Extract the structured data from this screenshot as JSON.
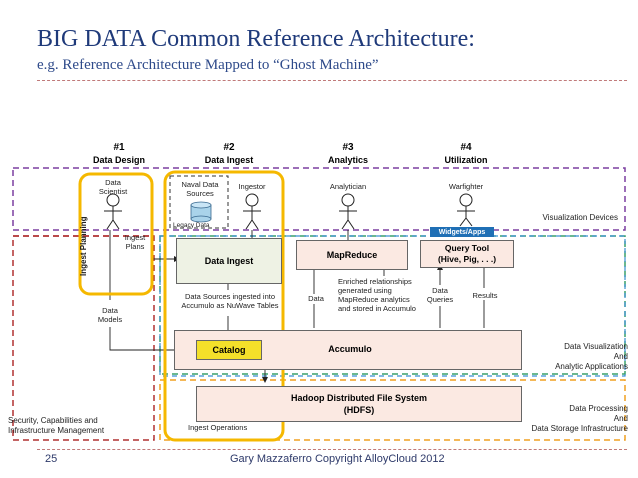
{
  "header": {
    "title": "BIG DATA Common Reference Architecture:",
    "subtitle": "e.g. Reference Architecture Mapped to “Ghost Machine”"
  },
  "phases": [
    {
      "num": "#1",
      "name": "Data Design"
    },
    {
      "num": "#2",
      "name": "Data Ingest"
    },
    {
      "num": "#3",
      "name": "Analytics"
    },
    {
      "num": "#4",
      "name": "Utilization"
    }
  ],
  "actors": {
    "data_scientist": "Data\nScientist",
    "naval_data_sources": "Naval Data\nSources",
    "ingestor": "Ingestor",
    "analytician": "Analytician",
    "warfighter": "Warfighter"
  },
  "labels": {
    "legacy_data": "Legacy Data",
    "ingest_planning": "Ingest Planning",
    "ingest_plans": "Ingest\nPlans",
    "data_models": "Data\nModels",
    "widgets_apps": "Widgets/Apps",
    "data_sources_ingested": "Data Sources ingested into\nAccumulo as NuWave Tables",
    "data": "Data",
    "enriched": "Enriched relationships\ngenerated using\nMapReduce analytics\nand stored in Accumulo",
    "data_queries": "Data\nQueries",
    "results": "Results",
    "ingest_operations": "Ingest Operations"
  },
  "boxes": {
    "data_ingest": "Data Ingest",
    "mapreduce": "MapReduce",
    "query_tool": "Query Tool\n(Hive, Pig, . . .)",
    "catalog": "Catalog",
    "accumulo": "Accumulo",
    "hadoop": "Hadoop Distributed File System\n(HDFS)"
  },
  "layers": {
    "visualization_devices": "Visualization Devices",
    "data_visualization": "Data Visualization\nAnd\nAnalytic Applications",
    "data_processing": "Data Processing\nAnd\nData Storage Infrastructure",
    "security": "Security, Capabilities and\nInfrastructure Management"
  },
  "footer": {
    "page_number": "25",
    "copyright": "Gary Mazzaferro Copyright AlloyCloud 2012"
  },
  "colors": {
    "title": "#1f3a7a",
    "purple_layer": "#7b3fa0",
    "green_layer": "#3aa06a",
    "blue_layer": "#3a8fd0",
    "orange_layer": "#f0a020",
    "red_layer": "#b03030",
    "highlight": "#f5b800",
    "catalog": "#f4e02a",
    "widgets": "#1f6fb5"
  }
}
